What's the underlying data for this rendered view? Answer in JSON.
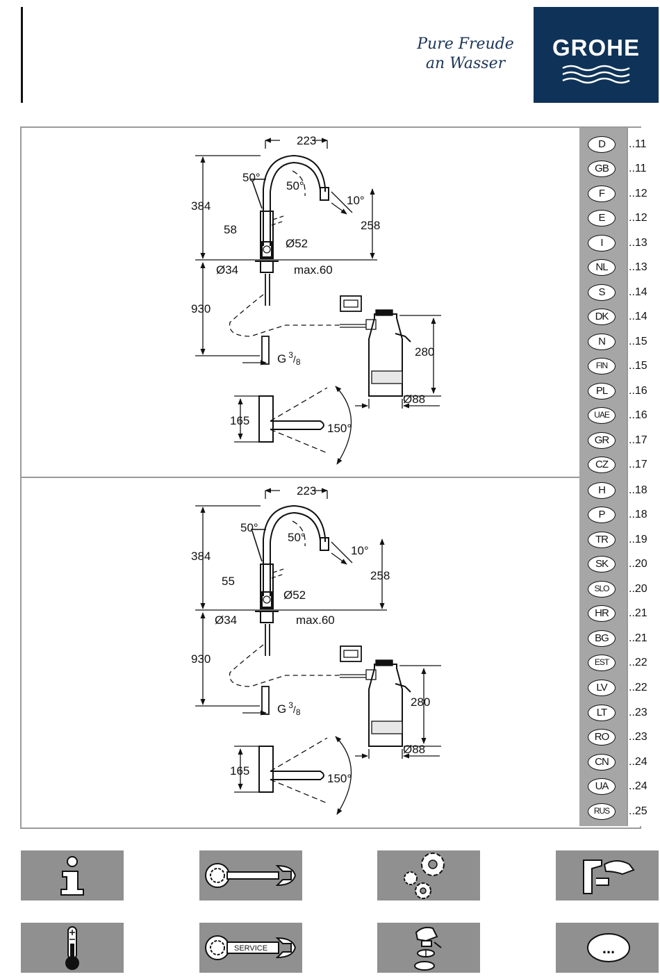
{
  "header": {
    "slogan_line1": "Pure Freude",
    "slogan_line2": "an Wasser",
    "brand": "GROHE",
    "brand_color": "#0f3358"
  },
  "languages": [
    {
      "code": "D",
      "page": "..11"
    },
    {
      "code": "GB",
      "page": "..11"
    },
    {
      "code": "F",
      "page": "..12"
    },
    {
      "code": "E",
      "page": "..12"
    },
    {
      "code": "I",
      "page": "..13"
    },
    {
      "code": "NL",
      "page": "..13"
    },
    {
      "code": "S",
      "page": "..14"
    },
    {
      "code": "DK",
      "page": "..14"
    },
    {
      "code": "N",
      "page": "..15"
    },
    {
      "code": "FIN",
      "page": "..15"
    },
    {
      "code": "PL",
      "page": "..16"
    },
    {
      "code": "UAE",
      "page": "..16"
    },
    {
      "code": "GR",
      "page": "..17"
    },
    {
      "code": "CZ",
      "page": "..17"
    },
    {
      "code": "H",
      "page": "..18"
    },
    {
      "code": "P",
      "page": "..18"
    },
    {
      "code": "TR",
      "page": "..19"
    },
    {
      "code": "SK",
      "page": "..20"
    },
    {
      "code": "SLO",
      "page": "..20"
    },
    {
      "code": "HR",
      "page": "..21"
    },
    {
      "code": "BG",
      "page": "..21"
    },
    {
      "code": "EST",
      "page": "..22"
    },
    {
      "code": "LV",
      "page": "..22"
    },
    {
      "code": "LT",
      "page": "..23"
    },
    {
      "code": "RO",
      "page": "..23"
    },
    {
      "code": "CN",
      "page": "..24"
    },
    {
      "code": "UA",
      "page": "..24"
    },
    {
      "code": "RUS",
      "page": "..25"
    }
  ],
  "drawings": [
    {
      "width": "223",
      "angle_left": "50°",
      "angle_right": "50°",
      "height_total": "384",
      "tilt": "10°",
      "height_outlet": "258",
      "reach": "58",
      "diameter_base": "Ø52",
      "diameter_shank": "Ø34",
      "max_deck": "max.60",
      "hose_length": "930",
      "thread_prefix": "G",
      "thread_num": "3",
      "thread_den": "8",
      "filter_height": "280",
      "filter_diameter": "Ø88",
      "swivel_depth": "165",
      "swivel_angle": "150°"
    },
    {
      "width": "223",
      "angle_left": "50°",
      "angle_right": "50°",
      "height_total": "384",
      "tilt": "10°",
      "height_outlet": "258",
      "reach": "55",
      "diameter_base": "Ø52",
      "diameter_shank": "Ø34",
      "max_deck": "max.60",
      "hose_length": "930",
      "thread_prefix": "G",
      "thread_num": "3",
      "thread_den": "8",
      "filter_height": "280",
      "filter_diameter": "Ø88",
      "swivel_depth": "165",
      "swivel_angle": "150°"
    }
  ],
  "icon_tiles": [
    {
      "name": "information-icon"
    },
    {
      "name": "installation-wrench-icon"
    },
    {
      "name": "adjustment-gears-icon"
    },
    {
      "name": "operation-hand-icon"
    },
    {
      "name": "temperature-icon"
    },
    {
      "name": "service-wrench-icon",
      "label": "SERVICE"
    },
    {
      "name": "maintenance-cartridge-icon"
    },
    {
      "name": "more-options-icon",
      "label": "..."
    }
  ]
}
